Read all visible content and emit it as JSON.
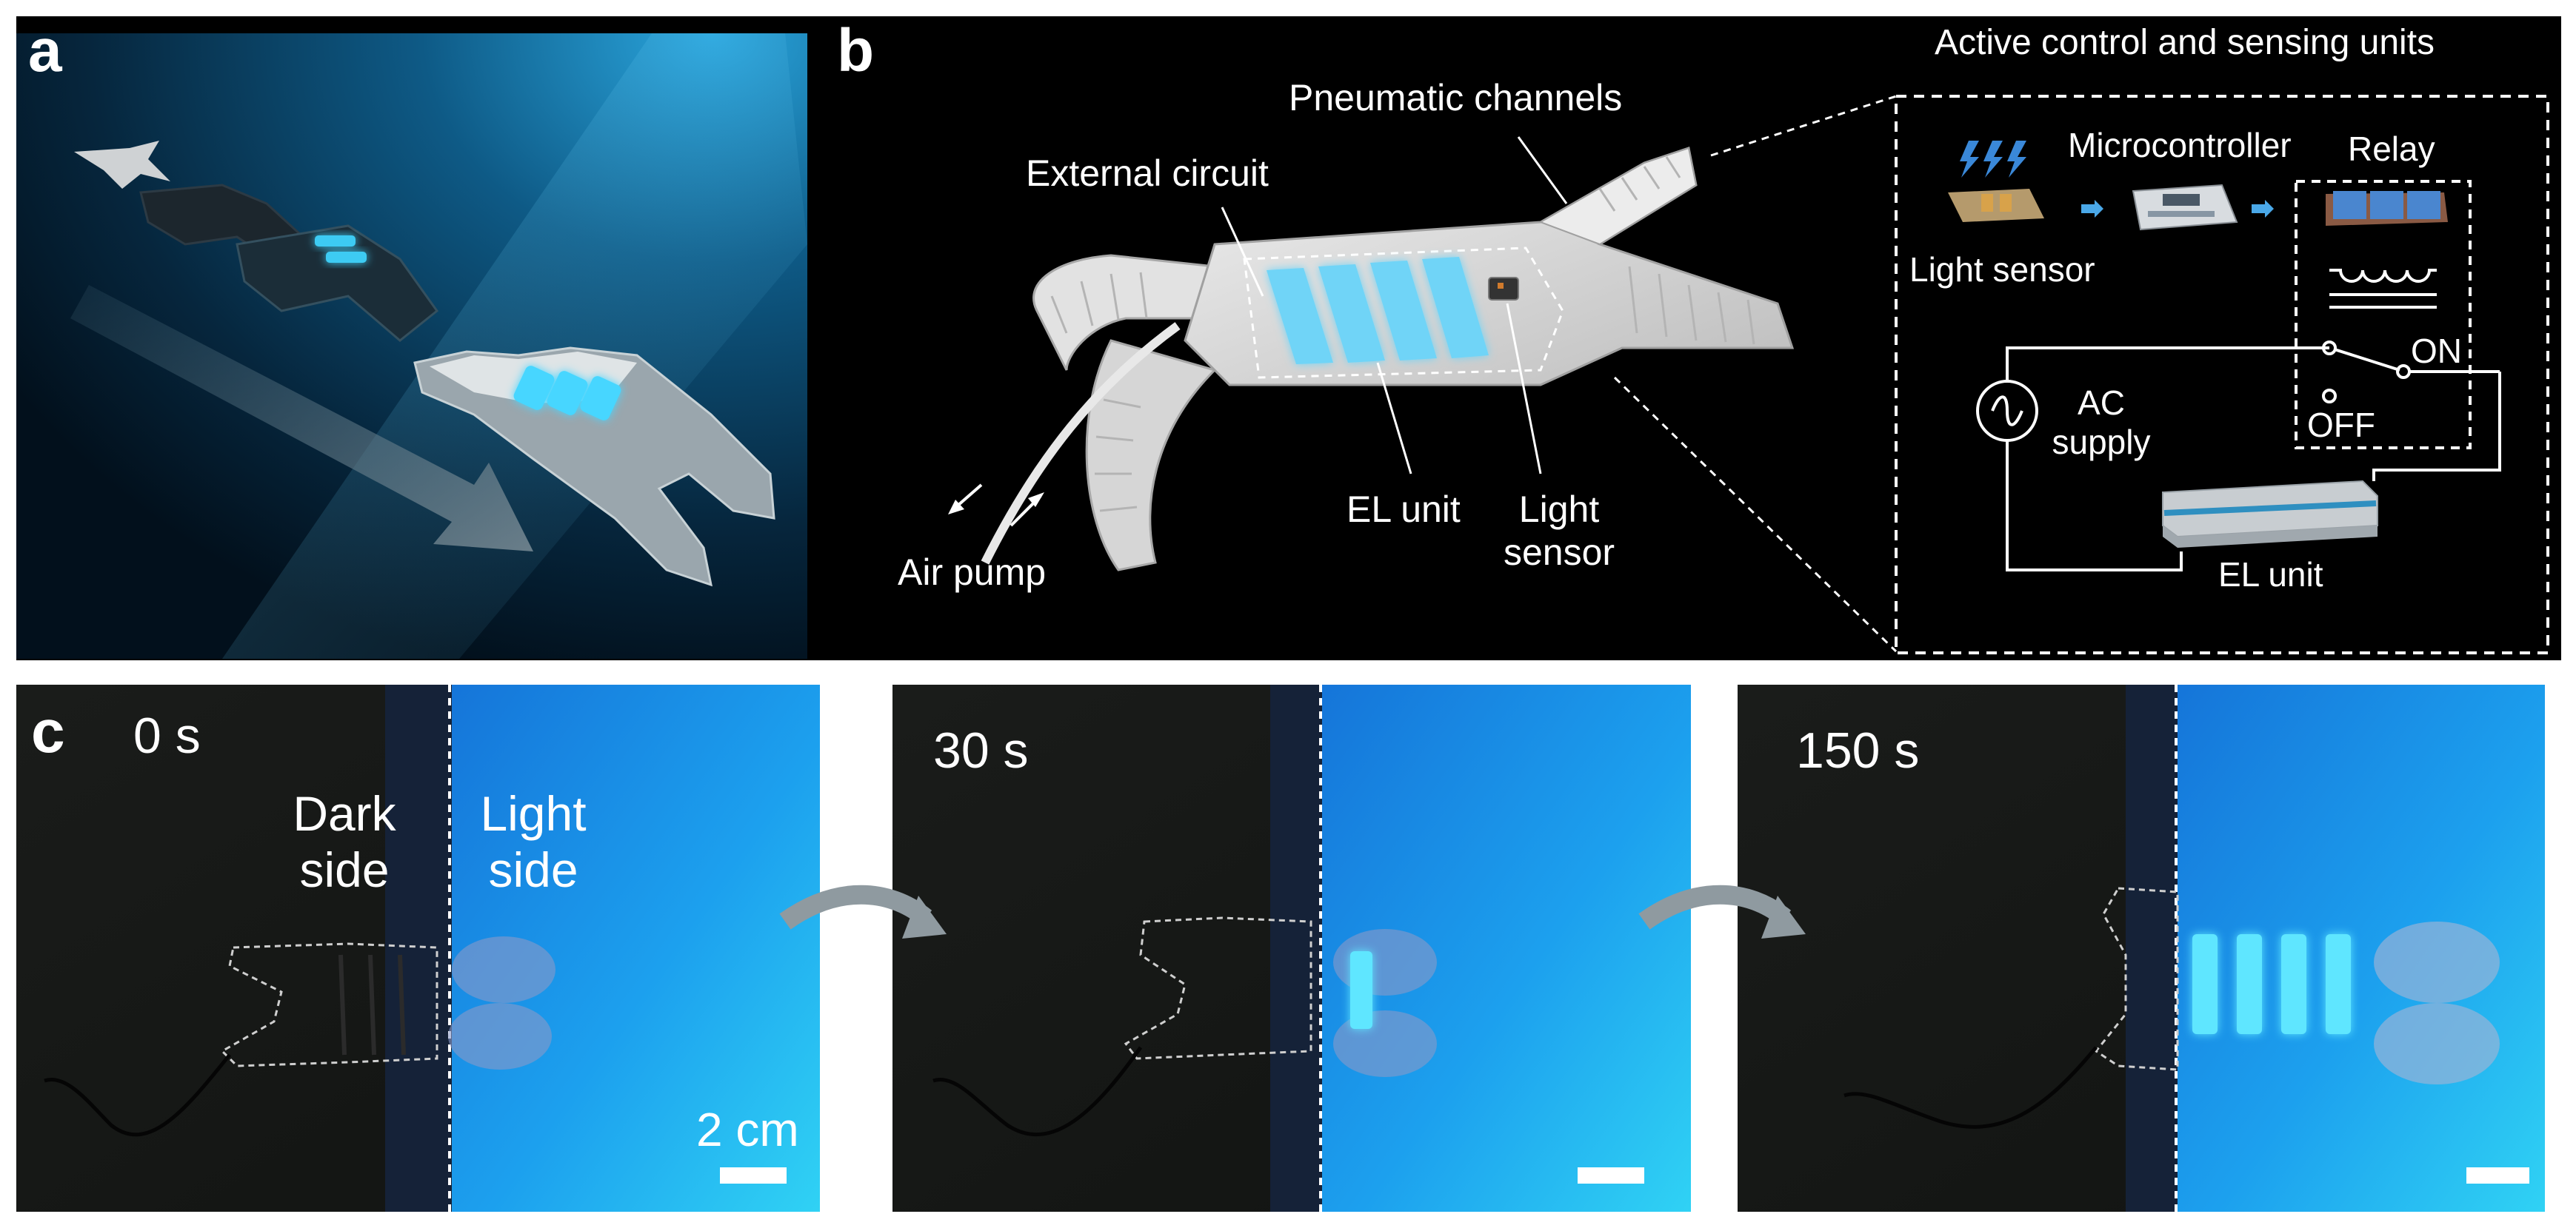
{
  "panels": {
    "a": {
      "letter": "a"
    },
    "b": {
      "letter": "b",
      "labels": {
        "pneumatic_channels": "Pneumatic channels",
        "external_circuit": "External circuit",
        "el_unit": "EL unit",
        "light_sensor": "Light\nsensor",
        "air_pump": "Air pump"
      },
      "inset": {
        "title": "Active control and sensing units",
        "microcontroller": "Microcontroller",
        "relay": "Relay",
        "light_sensor": "Light sensor",
        "on": "ON",
        "off": "OFF",
        "ac_supply": "AC\nsupply",
        "el_unit": "EL unit"
      }
    },
    "c": {
      "letter": "c",
      "frames": [
        {
          "time": "0 s"
        },
        {
          "time": "30 s"
        },
        {
          "time": "150 s"
        }
      ],
      "dark_side": "Dark\nside",
      "light_side": "Light\nside",
      "scale_bar": "2 cm"
    }
  },
  "colors": {
    "background": "#000000",
    "el_glow": "#4fd8ff",
    "light_side_blue": "#1aa8ee"
  }
}
